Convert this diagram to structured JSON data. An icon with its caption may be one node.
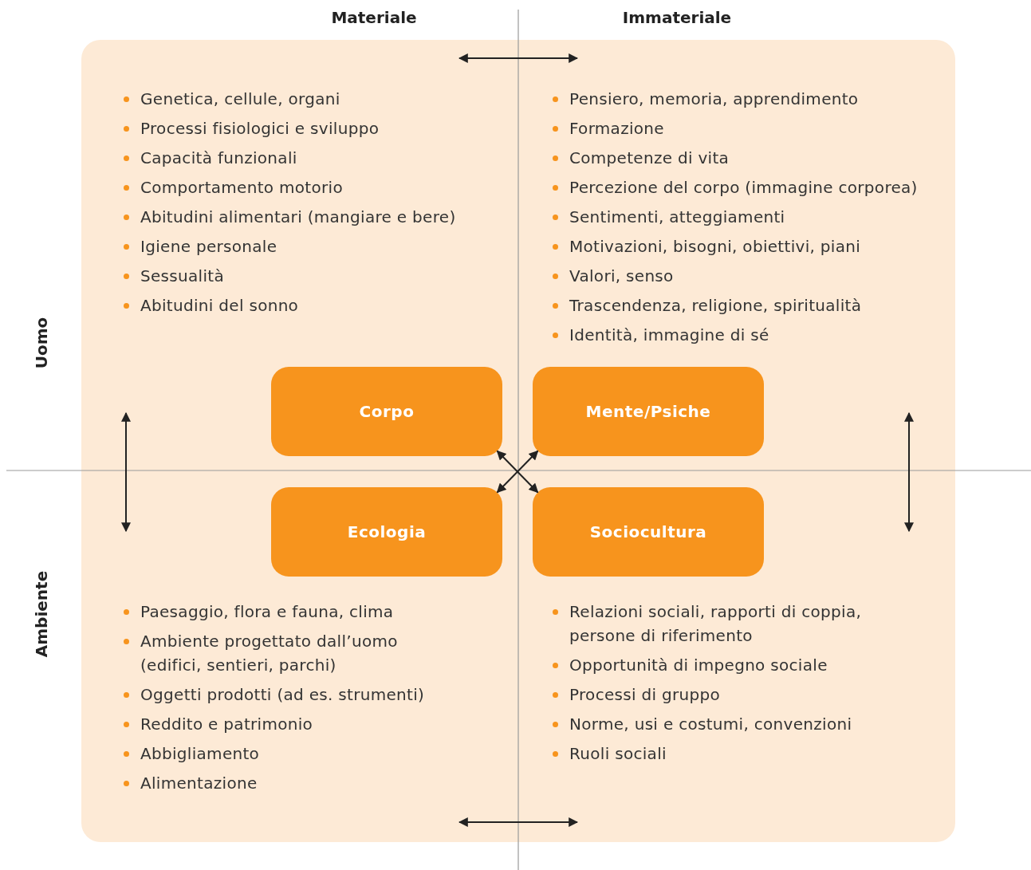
{
  "diagram": {
    "nodes": [
      {
        "text": [
          "Corpo"
        ]
      },
      {
        "text": [
          "Mente/Psiche"
        ]
      },
      {
        "text": [
          "Ecologia"
        ]
      },
      {
        "text": [
          "Sociocultura"
        ]
      }
    ],
    "edges": [
      {
        "from": 0,
        "to": 3,
        "arrow": "both"
      },
      {
        "from": 1,
        "to": 2,
        "arrow": "both"
      }
    ],
    "labels": [
      "Materiale",
      "Immateriale",
      "Genetica, cellule, organi",
      "Processi fisiologici e sviluppo",
      "Capacità funzionali",
      "Comportamento motorio",
      "Abitudini alimentari (mangiare e bere)",
      "Igiene personale",
      "Sessualità",
      "Abitudini del sonno",
      "Pensiero, memoria, apprendimento",
      "Formazione",
      "Competenze di vita",
      "Percezione del corpo (immagine corporea)",
      "Sentimenti, atteggiamenti",
      "Motivazioni, bisogni, obiettivi, piani",
      "Valori, senso",
      "Trascendenza, religione, spiritualità",
      "Identità, immagine di sé",
      "Uomo",
      "Ambiente",
      "Paesaggio, flora e fauna, clima",
      "Ambiente progettato dall’uomo (edifici, sentieri, parchi)",
      "Oggetti prodotti (ad es. strumenti)",
      "Reddito e patrimonio",
      "Abbigliamento",
      "Alimentazione",
      "Relazioni sociali, rapporti di coppia, persone di riferimento",
      "Opportunità di impegno sociale",
      "Processi di gruppo",
      "Norme, usi e costumi, convenzioni",
      "Ruoli sociali"
    ]
  }
}
